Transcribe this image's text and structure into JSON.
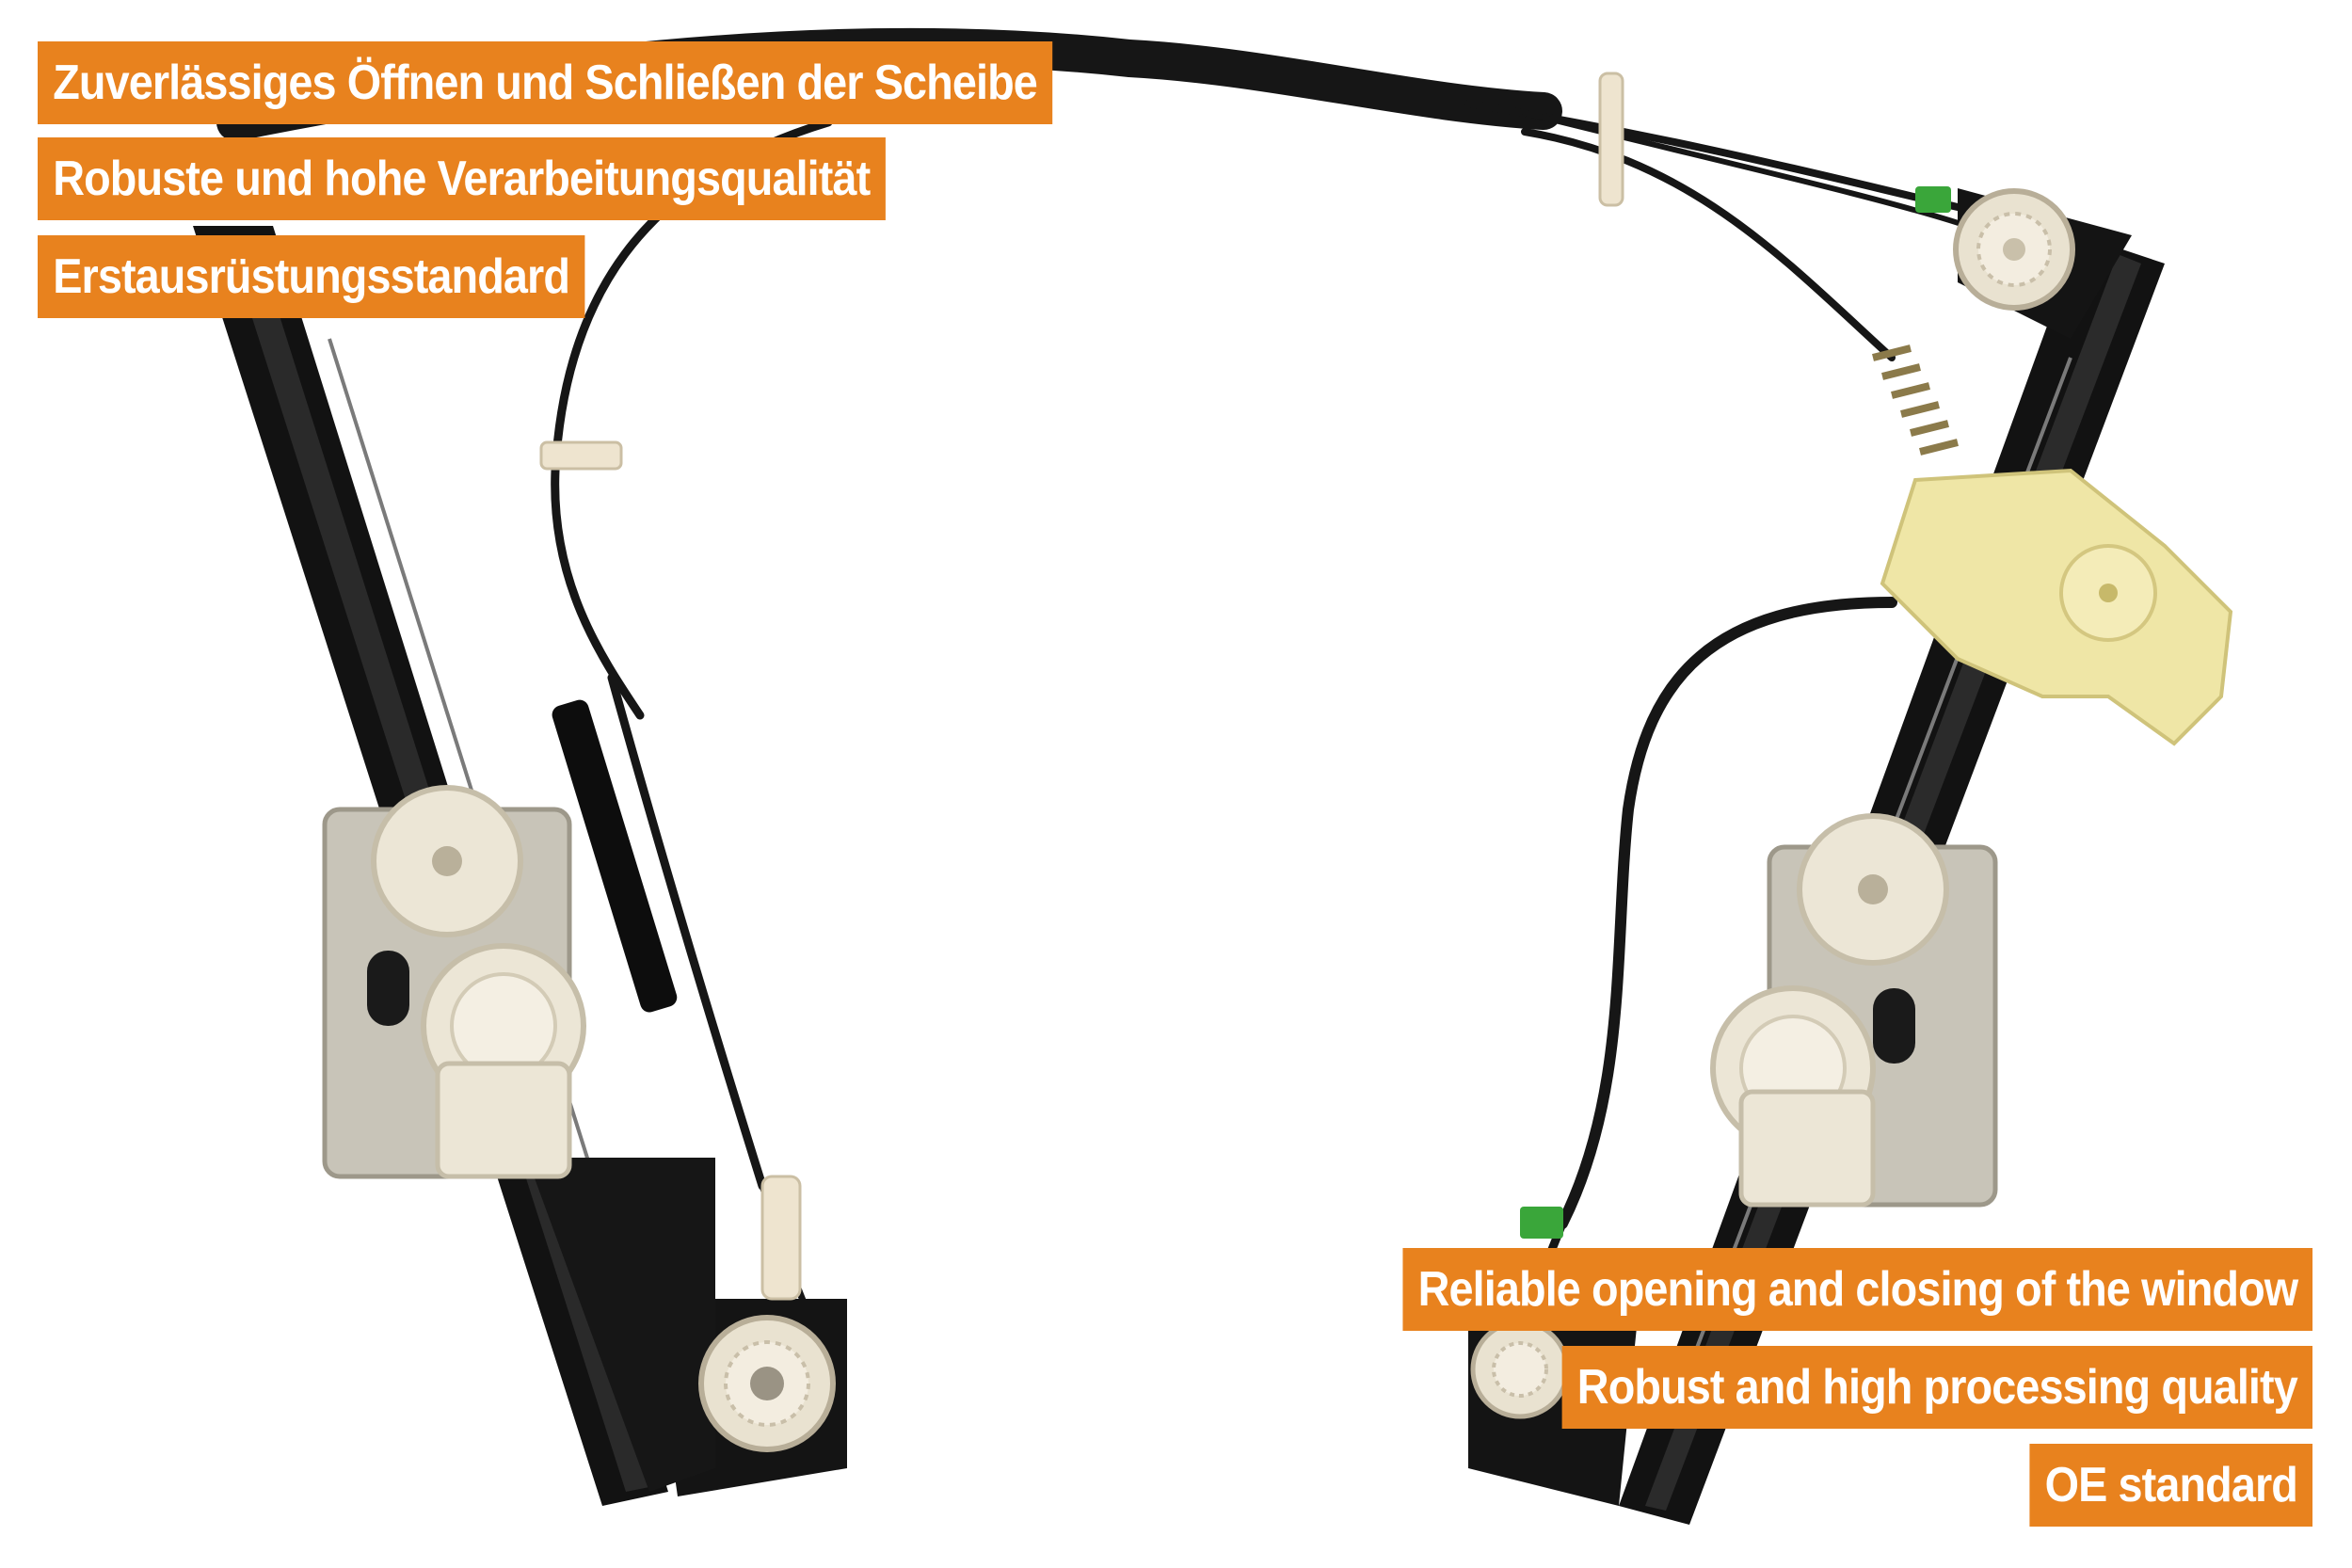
{
  "colors": {
    "accent": "#e8821e",
    "badge_text": "#ffffff",
    "rail": "#111111",
    "plastic": "#ece6d6",
    "gear_housing": "#efe6a6",
    "clip": "#3aa63a",
    "bracket": "#c8c4b8"
  },
  "labels_de": [
    "Zuverlässiges Öffnen und Schließen der Scheibe",
    "Robuste und hohe Verarbeitungsqualität",
    "Erstausrüstungsstandard"
  ],
  "labels_en": [
    "Reliable opening and closing of the window",
    "Robust and high processing quality",
    "OE standard"
  ]
}
